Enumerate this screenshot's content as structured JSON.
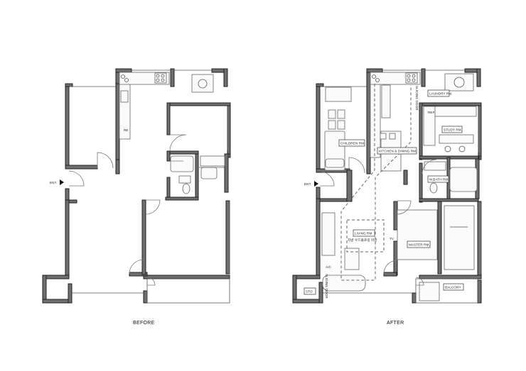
{
  "captions": {
    "before": "BEFORE",
    "after": "AFTER"
  },
  "before_labels": {
    "entrance": "ENT.",
    "ref": "RE"
  },
  "after_labels": {
    "entrance": "ENT.",
    "children_room": "CHILDREN RM.",
    "kitchen_dining": "KITCHEN & DINING RM.",
    "sliding_door_top": "SLIDING DOOR",
    "laundry": "LAUNDRY RM.",
    "ref": "REF.",
    "study": "STUDY RM.",
    "master_bath": "M.BATH RM.",
    "living": "LIVING RM.",
    "living_note": "지방 우드플로링 마감",
    "tv": "TV",
    "master_room": "MASTER RM.",
    "ac": "A/C",
    "sliding_door_bottom": "SLIDING DOOR",
    "storage": "STO",
    "balcony": "BALCONY"
  }
}
